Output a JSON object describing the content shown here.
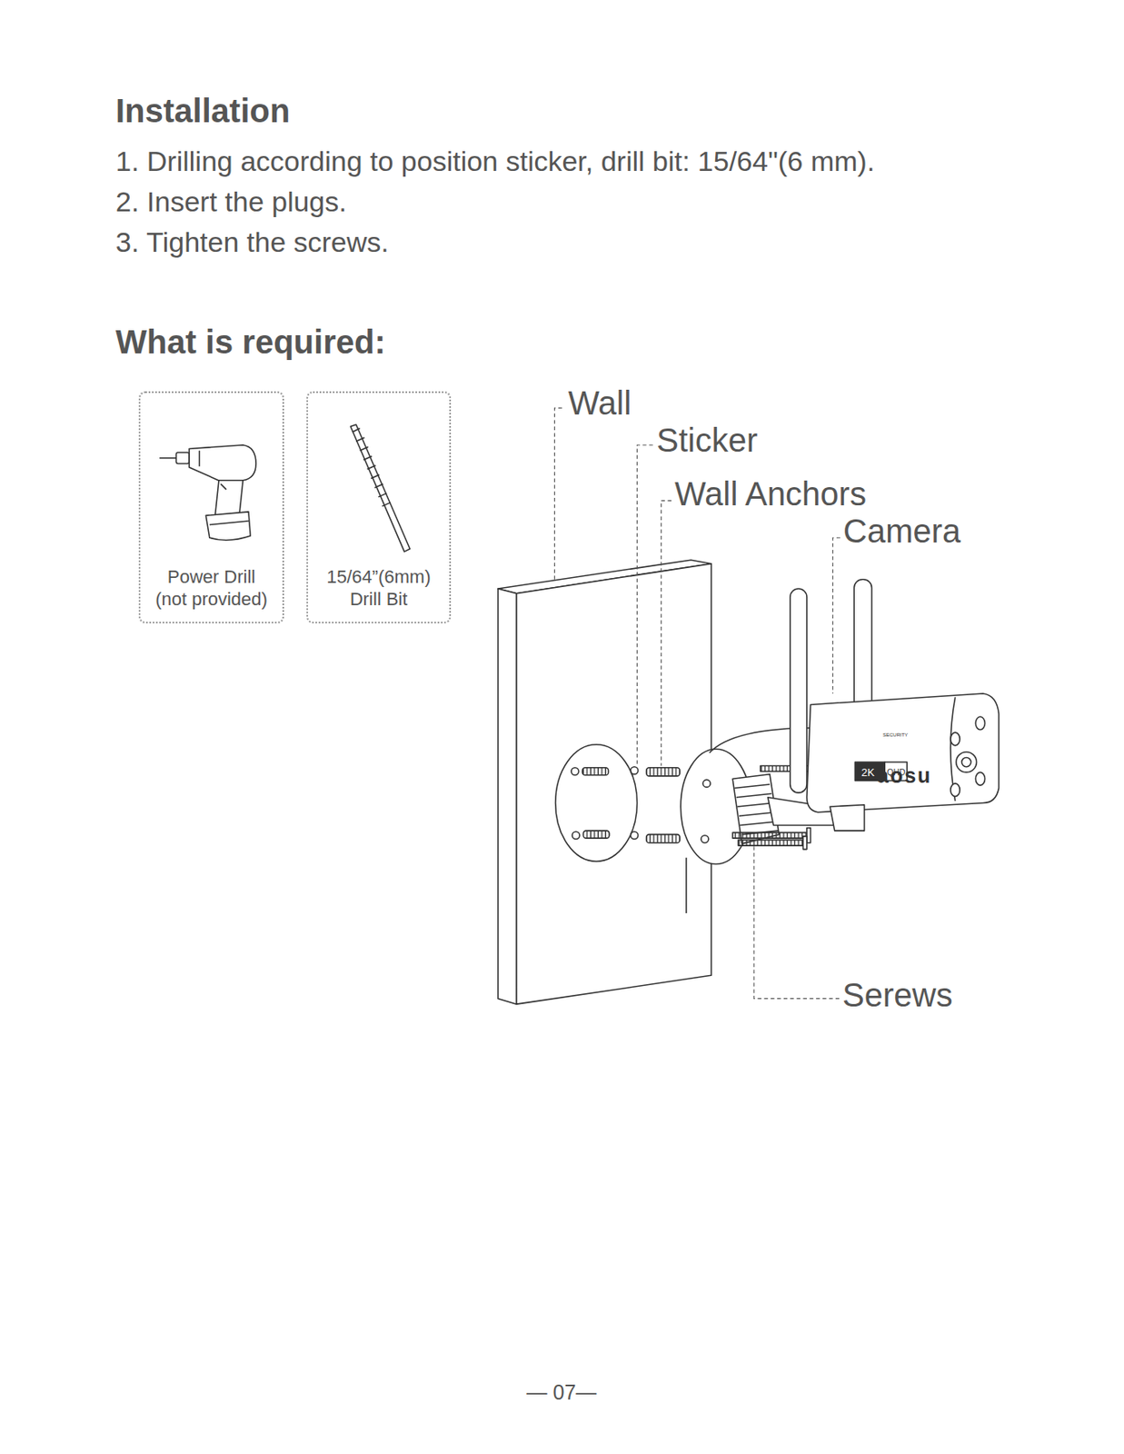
{
  "diagram": {
    "title": "Installation",
    "nodes": [
      {
        "text": [
          "Power Drill",
          "(not provided)"
        ]
      },
      {
        "text": [
          "15/64”(6mm)",
          "Drill Bit"
        ]
      }
    ],
    "labels": [
      "1. Drilling according to position sticker, drill bit: 15/64\"(6 mm).",
      "2. Insert the plugs.",
      "3. Tighten the screws.",
      "What is required:",
      "Wall",
      "Sticker",
      "Wall Anchors",
      "Camera",
      "SECURITY",
      "aosu",
      "2K",
      "QHD",
      "Serews",
      "— 07—"
    ]
  }
}
